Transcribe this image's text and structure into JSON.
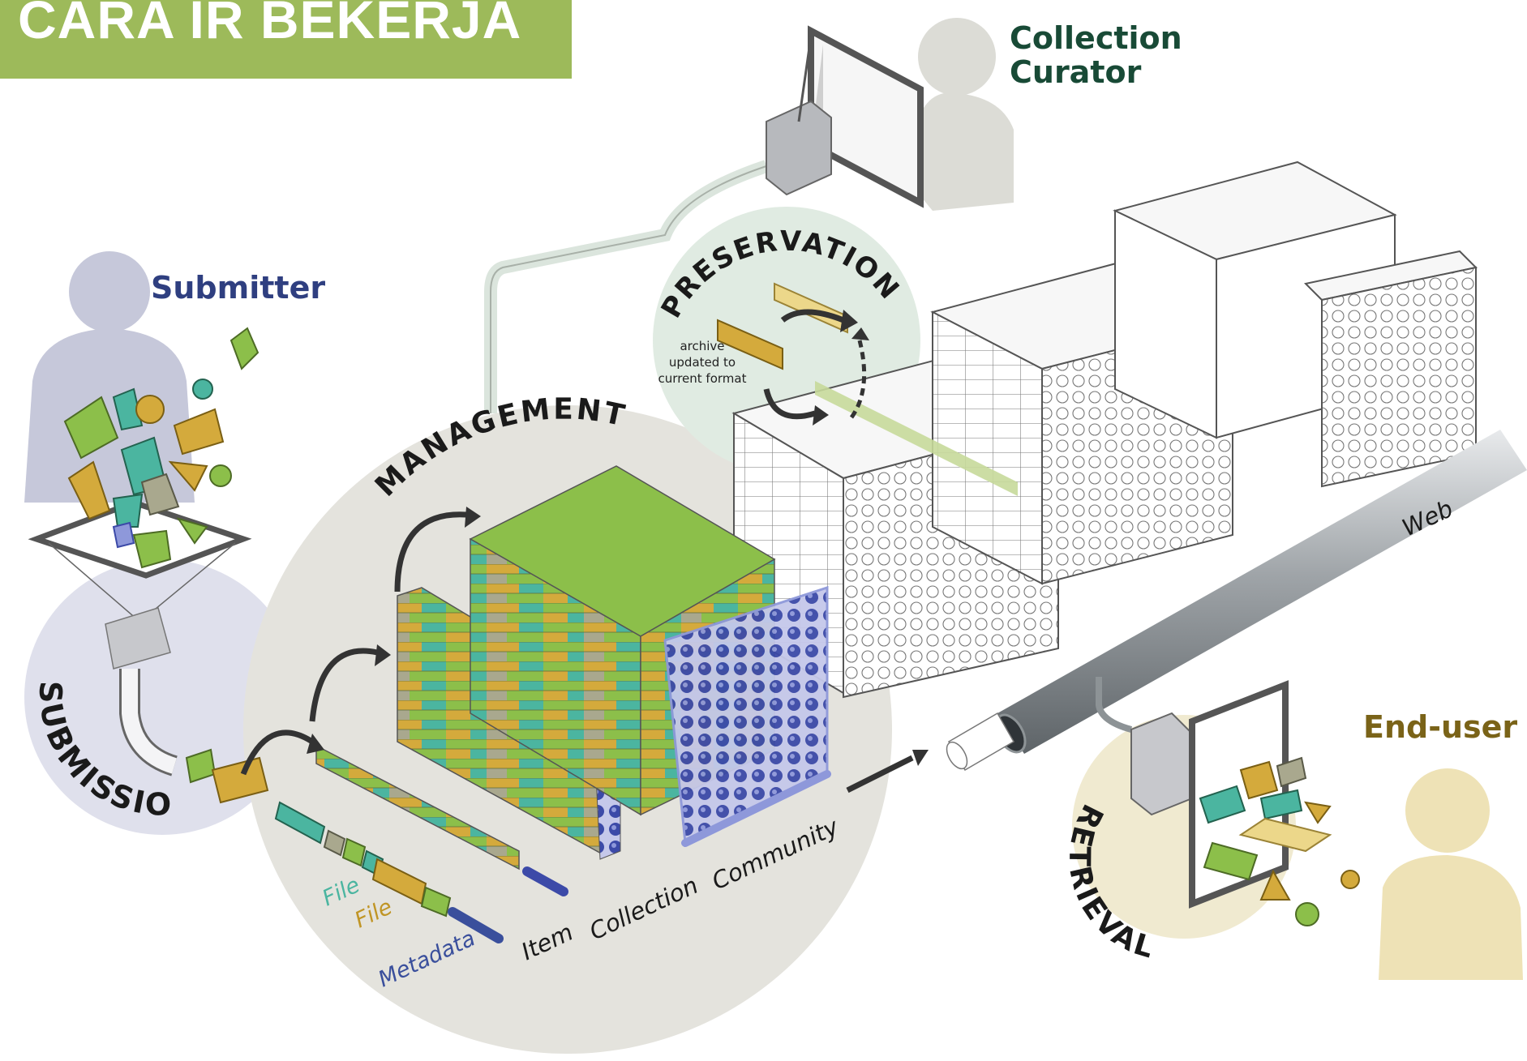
{
  "header": {
    "title": "CARA IR BEKERJA"
  },
  "actors": {
    "submitter": "Submitter",
    "curator_line1": "Collection",
    "curator_line2": "Curator",
    "end_user": "End-user"
  },
  "stages": {
    "submission": "SUBMISSION",
    "management": "MANAGEMENT",
    "preservation": "PRESERVATION",
    "retrieval": "RETRIEVAL"
  },
  "preservation_note": [
    "archive",
    "updated to",
    "current format"
  ],
  "parts": {
    "file1": "File",
    "file2": "File",
    "metadata": "Metadata",
    "item": "Item",
    "collection": "Collection",
    "community": "Community"
  },
  "network": {
    "web": "Web"
  },
  "colors": {
    "banner": "#9dba5a",
    "submitter_label": "#2f3f80",
    "curator_label": "#184a36",
    "end_user_label": "#7a6318",
    "teal": "#4bb5a0",
    "gold": "#d4aa3c",
    "green": "#8cbf4a",
    "blue": "#3c4aa8",
    "metadata_blue": "#3a4f9c"
  }
}
